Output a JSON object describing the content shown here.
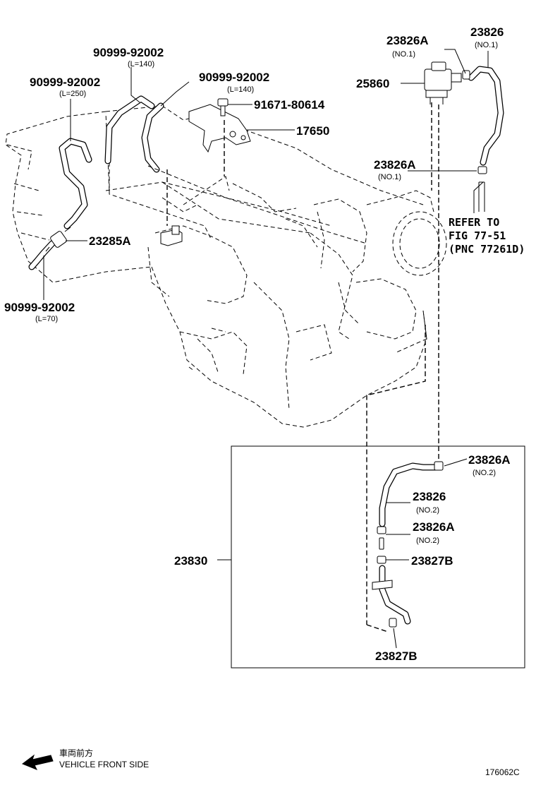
{
  "callouts": [
    {
      "id": "c1",
      "part": "90999-92002",
      "note": "(L=140)"
    },
    {
      "id": "c2",
      "part": "90999-92002",
      "note": "(L=250)"
    },
    {
      "id": "c3",
      "part": "90999-92002",
      "note": "(L=140)"
    },
    {
      "id": "c4",
      "part": "91671-80614",
      "note": ""
    },
    {
      "id": "c5",
      "part": "17650",
      "note": ""
    },
    {
      "id": "c6",
      "part": "23826A",
      "note": "(NO.1)"
    },
    {
      "id": "c7",
      "part": "23826",
      "note": "(NO.1)"
    },
    {
      "id": "c8",
      "part": "25860",
      "note": ""
    },
    {
      "id": "c9",
      "part": "23826A",
      "note": "(NO.1)"
    },
    {
      "id": "c10",
      "part": "23285A",
      "note": ""
    },
    {
      "id": "c11",
      "part": "90999-92002",
      "note": "(L=70)"
    },
    {
      "id": "c12",
      "part": "23826A",
      "note": "(NO.2)"
    },
    {
      "id": "c13",
      "part": "23826",
      "note": "(NO.2)"
    },
    {
      "id": "c14",
      "part": "23826A",
      "note": "(NO.2)"
    },
    {
      "id": "c15",
      "part": "23827B",
      "note": ""
    },
    {
      "id": "c16",
      "part": "23827B",
      "note": ""
    },
    {
      "id": "c17",
      "part": "23830",
      "note": ""
    }
  ],
  "reference_note": {
    "line1": "REFER TO",
    "line2": "FIG 77-51",
    "line3": "(PNC 77261D)"
  },
  "orientation": {
    "jp_label": "車両前方",
    "en_label": "VEHICLE FRONT SIDE",
    "icon": "arrow-left-icon"
  },
  "figure_id": "176062C"
}
